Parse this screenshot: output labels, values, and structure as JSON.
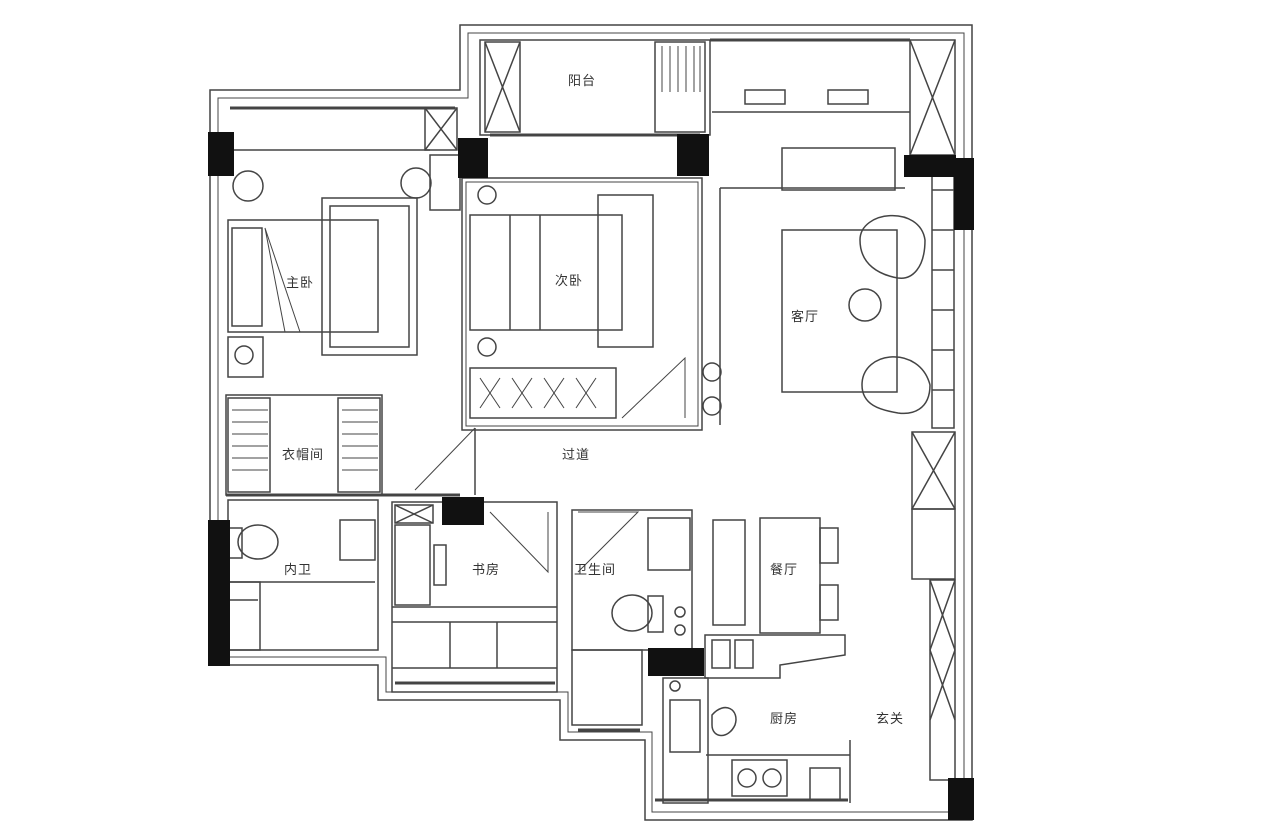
{
  "rooms": {
    "balcony": "阳台",
    "master_bedroom": "主卧",
    "second_bedroom": "次卧",
    "living_room": "客厅",
    "walk_in_closet": "衣帽间",
    "corridor": "过道",
    "ensuite_bath": "内卫",
    "study": "书房",
    "bathroom": "卫生间",
    "dining_room": "餐厅",
    "kitchen": "厨房",
    "entrance": "玄关"
  }
}
